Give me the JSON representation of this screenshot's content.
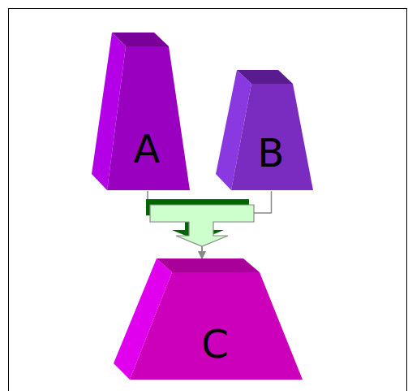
{
  "diagram": {
    "nodes": [
      {
        "text": [
          "A"
        ]
      },
      {
        "text": [
          "B"
        ]
      },
      {
        "text": [
          "C"
        ]
      }
    ],
    "edges": [
      {
        "from": 0,
        "to": 2,
        "arrow": "to"
      },
      {
        "from": 1,
        "to": 2,
        "arrow": "to"
      }
    ]
  }
}
